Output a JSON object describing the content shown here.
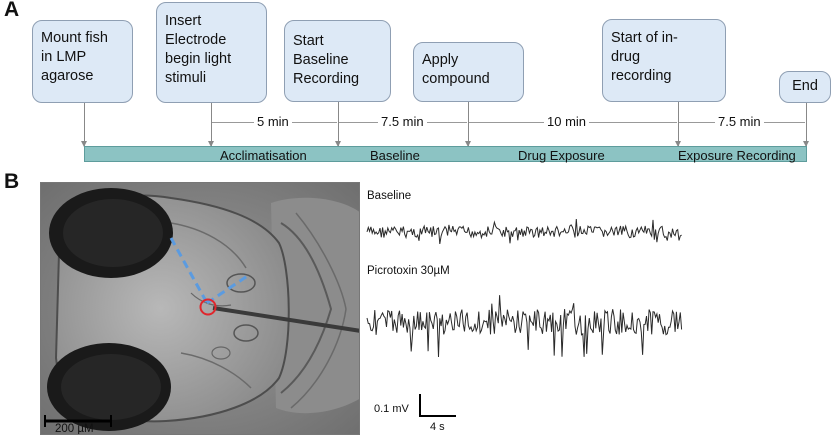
{
  "panels": {
    "a": "A",
    "b": "B"
  },
  "timeline": {
    "steps": [
      {
        "lines": [
          "Mount fish",
          "in LMP",
          "agarose"
        ]
      },
      {
        "lines": [
          "Insert",
          "Electrode",
          "begin light",
          "stimuli"
        ]
      },
      {
        "lines": [
          "Start",
          "Baseline",
          "Recording"
        ]
      },
      {
        "lines": [
          "Apply",
          "compound"
        ]
      },
      {
        "lines": [
          "Start of in-",
          "drug",
          "recording"
        ]
      },
      {
        "lines": [
          "End"
        ]
      }
    ],
    "durations": [
      "5 min",
      "7.5 min",
      "10 min",
      "7.5 min"
    ],
    "phases": [
      "Acclimatisation",
      "Baseline",
      "Drug Exposure",
      "Exposure Recording"
    ],
    "colors": {
      "box_fill": "#dde9f6",
      "bar_fill": "#8cc3c3"
    }
  },
  "figure_b": {
    "scale_bar_label": "200 µM",
    "traces": [
      {
        "label": "Baseline"
      },
      {
        "label": "Picrotoxin 30µM"
      }
    ],
    "scale": {
      "voltage": "0.1 mV",
      "time": "4 s"
    }
  }
}
